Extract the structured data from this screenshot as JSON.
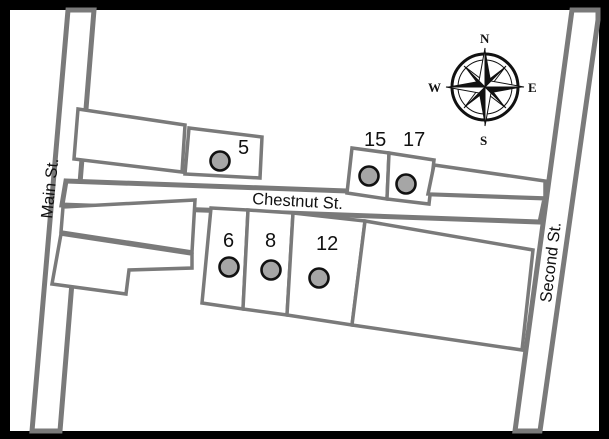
{
  "streets": {
    "main": "Main St.",
    "chestnut": "Chestnut St.",
    "second": "Second St."
  },
  "lots": [
    {
      "id": "5",
      "label": "5"
    },
    {
      "id": "15",
      "label": "15"
    },
    {
      "id": "17",
      "label": "17"
    },
    {
      "id": "6",
      "label": "6"
    },
    {
      "id": "8",
      "label": "8"
    },
    {
      "id": "12",
      "label": "12"
    }
  ],
  "compass": {
    "n": "N",
    "e": "E",
    "s": "S",
    "w": "W"
  },
  "colors": {
    "road_edge": "#7a7a7a",
    "marker_fill": "#a6a6a6",
    "frame": "#000000"
  }
}
